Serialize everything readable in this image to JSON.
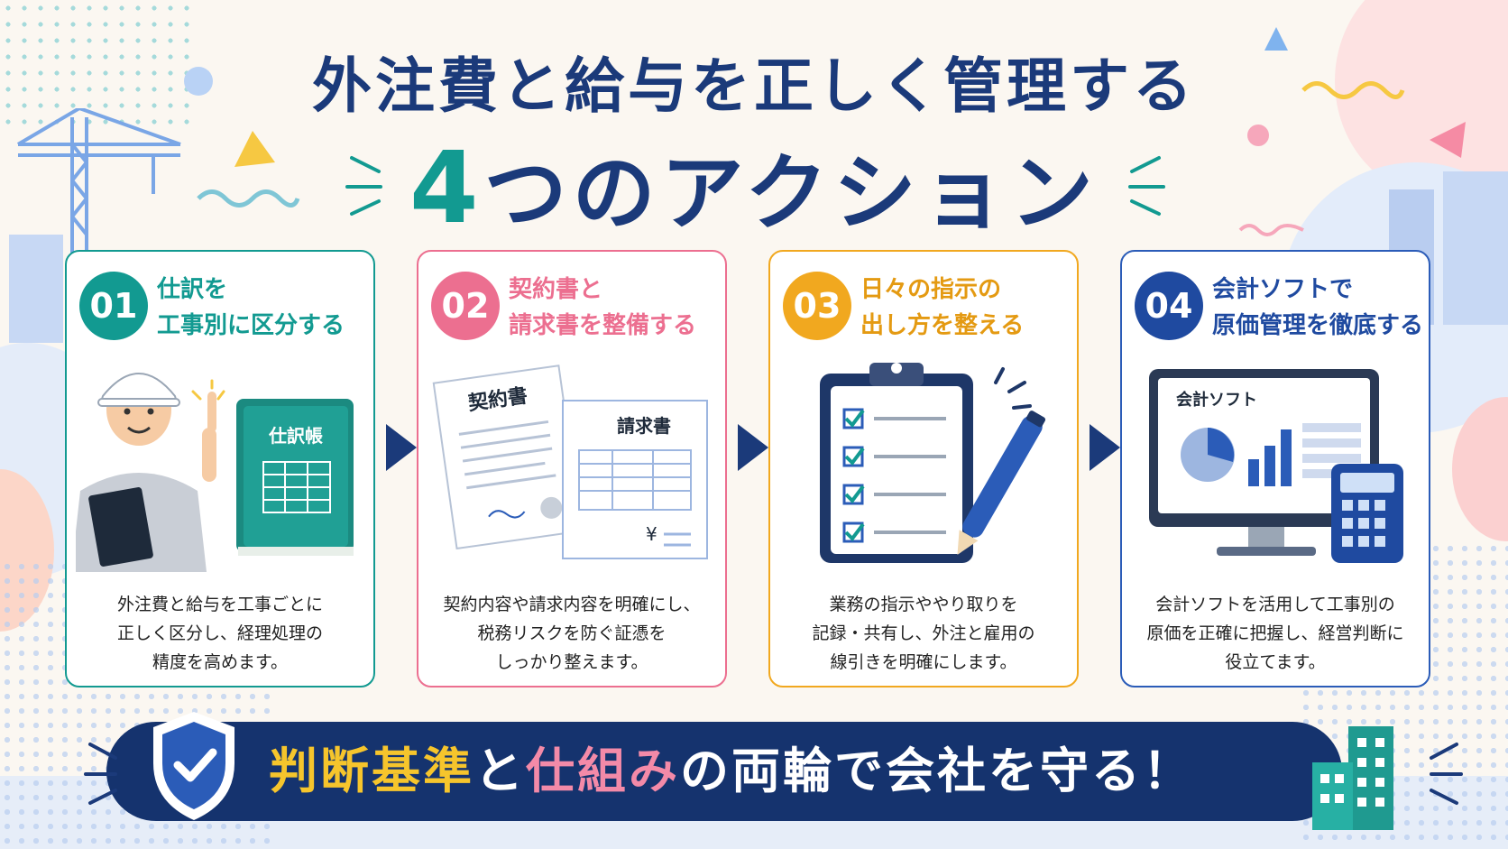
{
  "title": {
    "line1": "外注費と給与を正しく管理する",
    "line2_number": "4",
    "line2_text": "つのアクション"
  },
  "colors": {
    "navy": "#1b3a7a",
    "teal": "#129a91",
    "pink": "#ec6f90",
    "yellow": "#f1a81f",
    "blue": "#2b5cb8"
  },
  "cards": [
    {
      "number": "01",
      "title_line1": "仕訳を",
      "title_line2": "工事別に区分する",
      "illustration_label": "仕訳帳",
      "desc_line1": "外注費と給与を工事ごとに",
      "desc_line2": "正しく区分し、経理処理の",
      "desc_line3": "精度を高めます。",
      "icon": "worker-with-ledger-icon"
    },
    {
      "number": "02",
      "title_line1": "契約書と",
      "title_line2": "請求書を整備する",
      "illustration_label1": "契約書",
      "illustration_label2": "請求書",
      "illustration_currency": "¥",
      "desc_line1": "契約内容や請求内容を明確にし、",
      "desc_line2": "税務リスクを防ぐ証憑を",
      "desc_line3": "しっかり整えます。",
      "icon": "contract-invoice-icon"
    },
    {
      "number": "03",
      "title_line1": "日々の指示の",
      "title_line2": "出し方を整える",
      "desc_line1": "業務の指示ややり取りを",
      "desc_line2": "記録・共有し、外注と雇用の",
      "desc_line3": "線引きを明確にします。",
      "icon": "clipboard-checklist-icon"
    },
    {
      "number": "04",
      "title_line1": "会計ソフトで",
      "title_line2": "原価管理を徹底する",
      "illustration_label": "会計ソフト",
      "desc_line1": "会計ソフトを活用して工事別の",
      "desc_line2": "原価を正確に把握し、経営判断に",
      "desc_line3": "役立てます。",
      "icon": "monitor-calculator-icon"
    }
  ],
  "banner": {
    "part1": "判断基準",
    "part2": "と",
    "part3": "仕組み",
    "part4": "の両輪で会社を守る！",
    "icon": "shield-check-icon"
  }
}
